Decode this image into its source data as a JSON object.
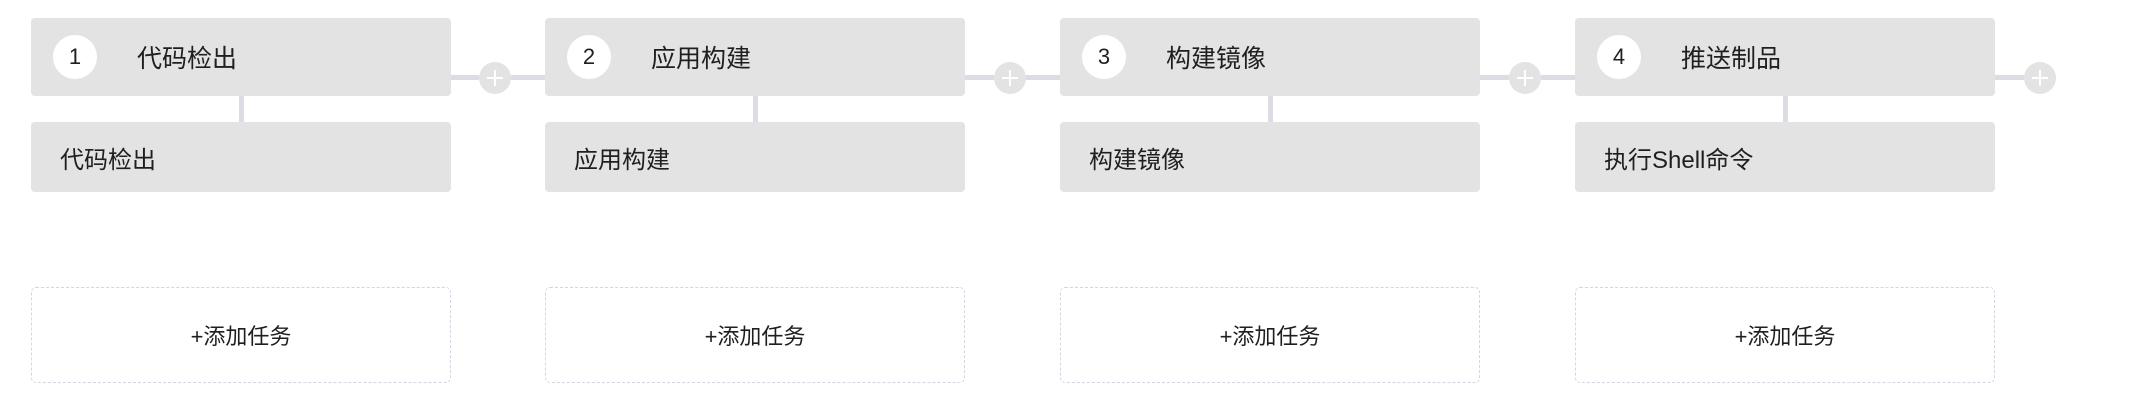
{
  "pipeline": {
    "stages": [
      {
        "index": "1",
        "name": "代码检出",
        "task": "代码检出",
        "add_task_label": "+添加任务"
      },
      {
        "index": "2",
        "name": "应用构建",
        "task": "应用构建",
        "add_task_label": "+添加任务"
      },
      {
        "index": "3",
        "name": "构建镜像",
        "task": "构建镜像",
        "add_task_label": "+添加任务"
      },
      {
        "index": "4",
        "name": "推送制品",
        "task": "执行Shell命令",
        "add_task_label": "+添加任务"
      }
    ],
    "connectors": [
      {
        "icon": "plus-icon"
      },
      {
        "icon": "plus-icon"
      },
      {
        "icon": "plus-icon"
      },
      {
        "icon": "plus-icon"
      }
    ],
    "colors": {
      "card_bg": "#e3e3e3",
      "connector": "#dcdce4",
      "dashed_border": "#d4d5e2",
      "text": "#1f1f1f",
      "canvas_bg": "#ffffff"
    }
  }
}
